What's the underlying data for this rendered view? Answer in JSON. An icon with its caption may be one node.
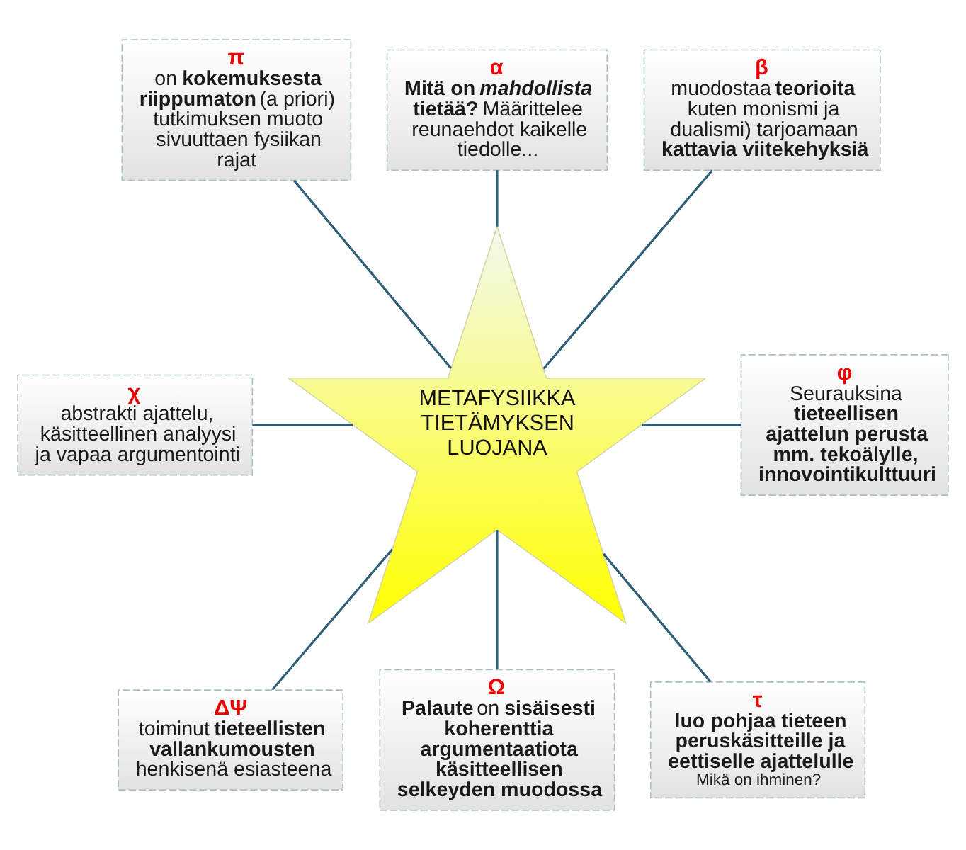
{
  "diagram": {
    "nodes": [
      {
        "text": [
          "α",
          "**Mitä on *mahdollista* tietää?** Määrittelee reunaehdot kaikelle tiedolle..."
        ]
      },
      {
        "text": [
          "π",
          "on **kokemuksesta riippumaton** (a priori) tutkimuksen muoto sivuuttaen fysiikan rajat"
        ]
      },
      {
        "text": [
          "β",
          "muodostaa **teorioita** kuten monismi ja dualismi) tarjoamaan **kattavia viitekehyksiä**"
        ]
      },
      {
        "text": [
          "METAFYSIIKKA TIETÄMYKSEN LUOJANA"
        ]
      },
      {
        "text": [
          "φ",
          "Seurauksina **tieteellisen ajattelun perusta mm. tekoälylle, innovointikulttuuri**"
        ]
      },
      {
        "text": [
          "χ",
          "abstrakti ajattelu, käsitteellinen analyysi ja vapaa argumentointi"
        ]
      },
      {
        "text": [
          "ΔΨ",
          "toiminut **tieteellisten vallankumousten** henkisenä esiasteena"
        ]
      },
      {
        "text": [
          "τ",
          "luo pohjaa tieteen peruskäsitteille ja eettiselle ajattelulle",
          "Mikä on ihminen?"
        ]
      },
      {
        "text": [
          "Ω",
          "**Palaute** on **sisäisesti koherenttia argumentaatiota käsitteellisen selkeyden muodossa**"
        ]
      }
    ],
    "edges": [
      {
        "from": 0,
        "to": 3,
        "arrow": "none"
      },
      {
        "from": 2,
        "to": 3,
        "arrow": "none"
      },
      {
        "from": 3,
        "to": 4,
        "arrow": "none"
      },
      {
        "from": 3,
        "to": 7,
        "arrow": "none"
      },
      {
        "from": 3,
        "to": 8,
        "arrow": "none"
      },
      {
        "from": 3,
        "to": 6,
        "arrow": "none"
      },
      {
        "from": 5,
        "to": 3,
        "arrow": "none"
      },
      {
        "from": 1,
        "to": 3,
        "arrow": "none"
      }
    ]
  }
}
